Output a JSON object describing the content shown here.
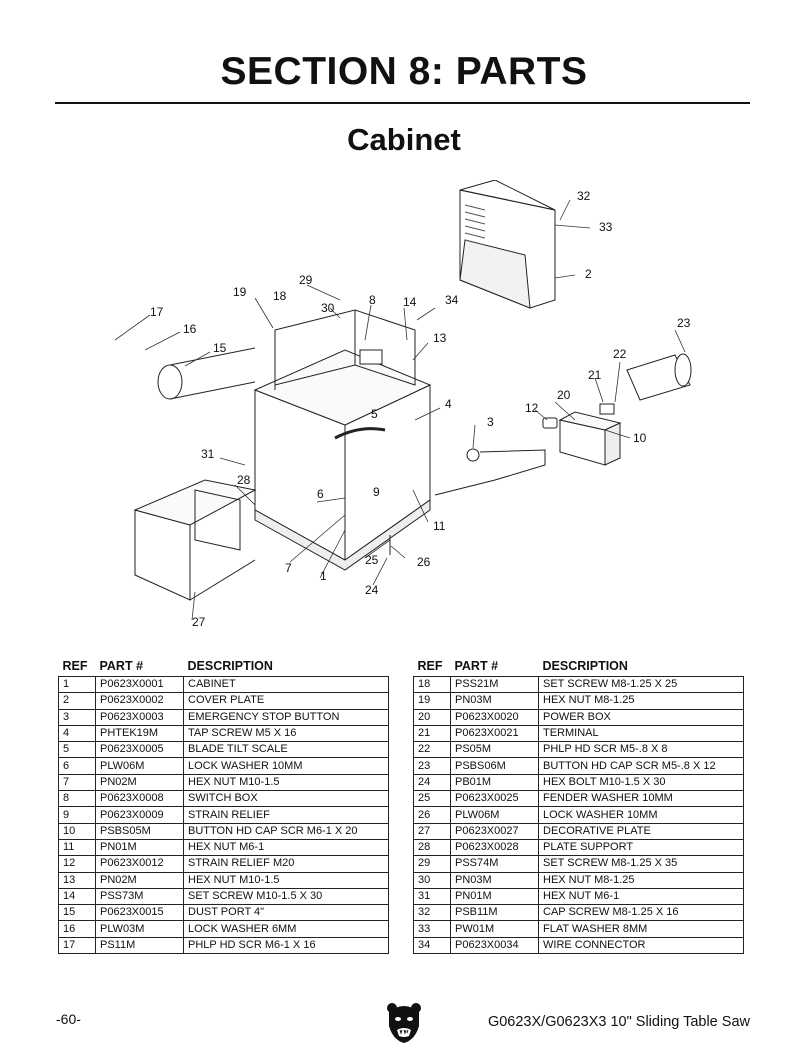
{
  "header": {
    "section_title": "SECTION 8: PARTS",
    "subtitle": "Cabinet"
  },
  "callouts": [
    "1",
    "2",
    "3",
    "4",
    "5",
    "6",
    "7",
    "8",
    "9",
    "10",
    "11",
    "12",
    "13",
    "14",
    "15",
    "16",
    "17",
    "18",
    "19",
    "20",
    "21",
    "22",
    "23",
    "24",
    "25",
    "26",
    "27",
    "28",
    "29",
    "30",
    "31",
    "32",
    "33",
    "34"
  ],
  "table_headers": {
    "ref": "REF",
    "part": "PART #",
    "desc": "DESCRIPTION"
  },
  "parts_left": [
    [
      "1",
      "P0623X0001",
      "CABINET"
    ],
    [
      "2",
      "P0623X0002",
      "COVER PLATE"
    ],
    [
      "3",
      "P0623X0003",
      "EMERGENCY STOP BUTTON"
    ],
    [
      "4",
      "PHTEK19M",
      "TAP SCREW M5 X 16"
    ],
    [
      "5",
      "P0623X0005",
      "BLADE TILT SCALE"
    ],
    [
      "6",
      "PLW06M",
      "LOCK WASHER 10MM"
    ],
    [
      "7",
      "PN02M",
      "HEX NUT M10-1.5"
    ],
    [
      "8",
      "P0623X0008",
      "SWITCH BOX"
    ],
    [
      "9",
      "P0623X0009",
      "STRAIN RELIEF"
    ],
    [
      "10",
      "PSBS05M",
      "BUTTON HD CAP SCR M6-1 X 20"
    ],
    [
      "11",
      "PN01M",
      "HEX NUT M6-1"
    ],
    [
      "12",
      "P0623X0012",
      "STRAIN RELIEF M20"
    ],
    [
      "13",
      "PN02M",
      "HEX NUT M10-1.5"
    ],
    [
      "14",
      "PSS73M",
      "SET SCREW M10-1.5 X 30"
    ],
    [
      "15",
      "P0623X0015",
      "DUST PORT 4\""
    ],
    [
      "16",
      "PLW03M",
      "LOCK WASHER 6MM"
    ],
    [
      "17",
      "PS11M",
      "PHLP HD SCR M6-1 X 16"
    ]
  ],
  "parts_right": [
    [
      "18",
      "PSS21M",
      "SET SCREW M8-1.25 X 25"
    ],
    [
      "19",
      "PN03M",
      "HEX NUT M8-1.25"
    ],
    [
      "20",
      "P0623X0020",
      "POWER BOX"
    ],
    [
      "21",
      "P0623X0021",
      "TERMINAL"
    ],
    [
      "22",
      "PS05M",
      "PHLP HD SCR M5-.8 X 8"
    ],
    [
      "23",
      "PSBS06M",
      "BUTTON HD CAP SCR M5-.8 X 12"
    ],
    [
      "24",
      "PB01M",
      "HEX BOLT M10-1.5 X 30"
    ],
    [
      "25",
      "P0623X0025",
      "FENDER WASHER 10MM"
    ],
    [
      "26",
      "PLW06M",
      "LOCK WASHER 10MM"
    ],
    [
      "27",
      "P0623X0027",
      "DECORATIVE PLATE"
    ],
    [
      "28",
      "P0623X0028",
      "PLATE SUPPORT"
    ],
    [
      "29",
      "PSS74M",
      "SET SCREW M8-1.25 X 35"
    ],
    [
      "30",
      "PN03M",
      "HEX NUT M8-1.25"
    ],
    [
      "31",
      "PN01M",
      "HEX NUT M6-1"
    ],
    [
      "32",
      "PSB11M",
      "CAP SCREW M8-1.25 X 16"
    ],
    [
      "33",
      "PW01M",
      "FLAT WASHER 8MM"
    ],
    [
      "34",
      "P0623X0034",
      "WIRE CONNECTOR"
    ]
  ],
  "footer": {
    "page_number": "-60-",
    "title": "G0623X/G0623X3 10\" Sliding Table Saw"
  },
  "logo_icon": "grizzly-bear-logo-icon"
}
